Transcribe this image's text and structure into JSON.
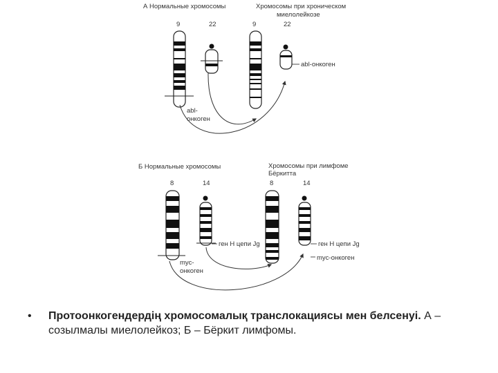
{
  "panel_a": {
    "title": "А  Нормальные хромосомы",
    "right_title_line1": "Хромосомы при хроническом",
    "right_title_line2": "миелолейкозе",
    "num_left_9": "9",
    "num_left_22": "22",
    "num_right_9": "9",
    "num_right_22": "22",
    "label_abl_line1": "abl-",
    "label_abl_line2": "онкоген",
    "label_abl_right": "abl-онкоген"
  },
  "panel_b": {
    "title": "Б  Нормальные хромосомы",
    "right_title_line1": "Хромосомы при лимфоме",
    "right_title_line2": "Бёркитта",
    "num_left_8": "8",
    "num_left_14": "14",
    "num_right_8": "8",
    "num_right_14": "14",
    "label_gene_left": "ген H цепи Jg",
    "label_myc_line1": "myc-",
    "label_myc_line2": "онкоген",
    "label_gene_right": "ген H цепи Jg",
    "label_myc_right": "myc-онкоген"
  },
  "caption": {
    "bullet": "•",
    "bold": "Протоонкогендердің хромосомалық транслокациясы мен белсенуі.",
    "normal": " А – созылмалы  миелолейкоз; Б – Бёркит лимфомы."
  }
}
